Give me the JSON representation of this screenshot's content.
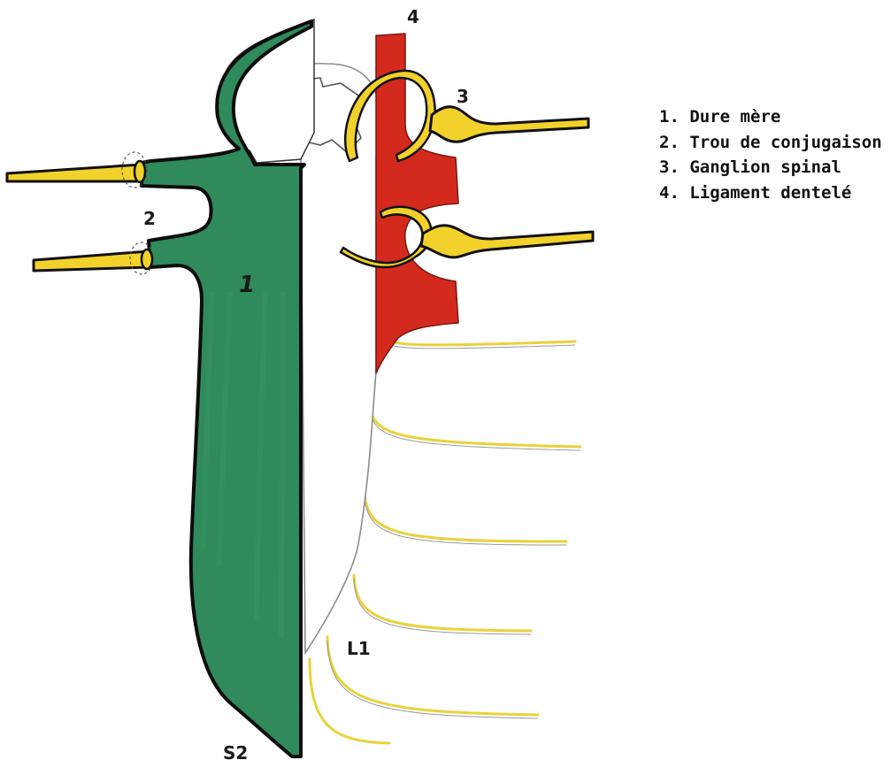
{
  "labels": {
    "dura": "1",
    "foramen": "2",
    "ganglion": "3",
    "ligament": "4",
    "lumbar": "L1",
    "sacral": "S2"
  },
  "legend": [
    {
      "num": "1.",
      "text": "Dure mère"
    },
    {
      "num": "2.",
      "text": "Trou de conjugaison"
    },
    {
      "num": "3.",
      "text": "Ganglion spinal"
    },
    {
      "num": "4.",
      "text": "Ligament dentelé"
    }
  ],
  "colors": {
    "dura": "#2f8a5c",
    "ligament": "#d42a1e",
    "nerve": "#f2d22a",
    "outline": "#111111"
  }
}
